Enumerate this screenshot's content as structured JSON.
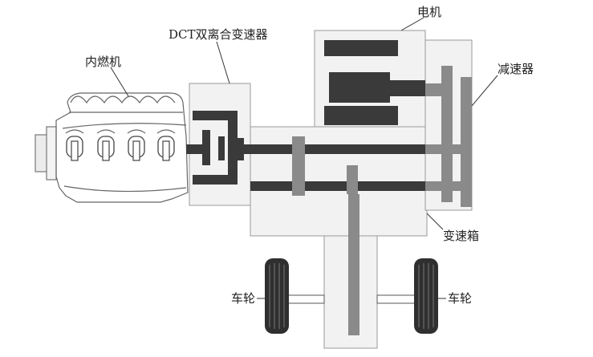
{
  "labels": {
    "engine": "内燃机",
    "dct": "DCT双离合变速器",
    "motor": "电机",
    "reducer": "减速器",
    "gearbox": "变速箱",
    "wheel_left": "车轮",
    "wheel_right": "车轮"
  },
  "colors": {
    "dark_part": "#3a3a3a",
    "gear_part": "#8a8a8a",
    "housing": "#f2f2f2",
    "outline": "#9a9a9a"
  }
}
